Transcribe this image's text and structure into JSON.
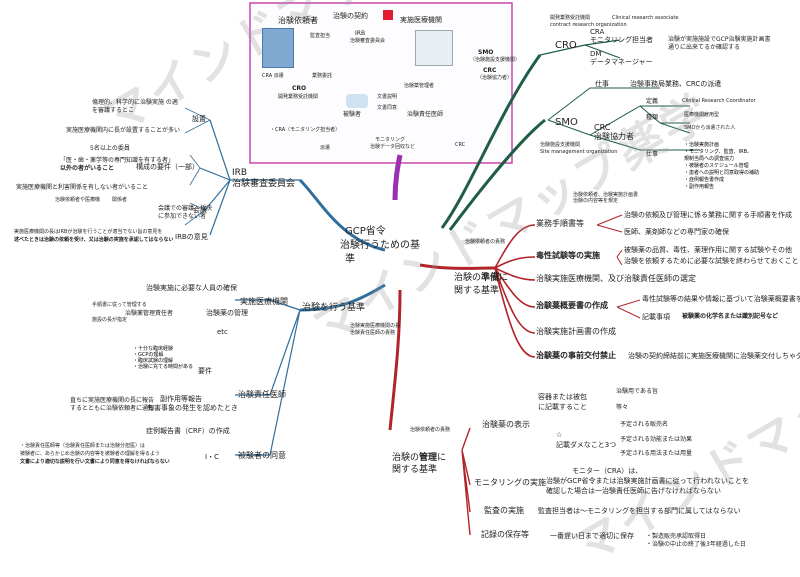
{
  "colors": {
    "blue": "#2f6e9c",
    "red": "#b0242a",
    "green": "#1f5e45",
    "purple": "#9b2fb0",
    "box_border": "#c23ba8"
  },
  "watermark": "マインドマップ薬学",
  "central": {
    "line1": "GCP省令",
    "line2": "治験行うための基",
    "line3": "準"
  },
  "figure": {
    "sponsor": "治験依頼者",
    "contract": "治験の契約",
    "institution": "実施医療機関",
    "monitor_label": "監査担当",
    "cra_label": "・CRA（モニタリング担当者）",
    "irb_title": "IRB",
    "irb_sub": "治験審査委員会",
    "cro": "CRO",
    "cro_sub": "開発業務受託機関",
    "cra_dispatch": "CRA 派遣",
    "business_entrust": "業務委託",
    "smo": "SMO",
    "smo_sub": "（治験施設支援機関）",
    "crc": "CRC",
    "crc_sub": "（治験協力者）",
    "dispatch": "派遣",
    "participant": "被験者",
    "investigator": "治験責任医師",
    "consent_doc": "文書説明",
    "consent": "文書同意",
    "monitoring": "モニタリング",
    "monitoring_sub": "治験データ回収など",
    "pharmacist": "治験薬管理者",
    "crc_small": "CRC"
  },
  "cro_branch": {
    "title": "CRO",
    "note1": "開発業務受託機関",
    "note2": "contract research organization",
    "cra": "CRA",
    "cra_desc": "モニタリング担当者",
    "cra_en": "Clinical research associate",
    "cra_text1": "治験が実施施設でGCP治験実施計画書",
    "cra_text2": "通りに出来てるか確認する",
    "dm": "DM",
    "dm_desc": "データマネージャー"
  },
  "smo_branch": {
    "title": "SMO",
    "note1": "治験施設支援機関",
    "note2": "Site management organization",
    "work": "仕事",
    "work_desc": "治験事務局業務、CRCの派遣",
    "crc": "CRC",
    "crc_desc": "治験協力者",
    "definition": "定義",
    "definition_text": "Clinical Research Coordinator",
    "types": "種類",
    "type1": "医療機関雇用型",
    "type2": "SMOから派遣された人",
    "work2": "仕事",
    "tasks": [
      "・治験実施計画",
      "・モニタリング、監査、IRB、",
      "規制当局への調査協力",
      "・被験者のスケジュール管理",
      "・患者への説明と同意取得の補助",
      "・症例報告書作成",
      "・副作用報告"
    ]
  },
  "prep": {
    "title1": "治験の",
    "title_em": "準備",
    "title2": "に",
    "title3": "関する基準",
    "note": "治験依頼者の責務",
    "mini1": "治験依頼者、治験実施計画書",
    "mini2": "治験の内容等を規定",
    "proc": "業務手順書等",
    "proc_a": "治験の依頼及び管理に係る業務に関する手順書を作成",
    "proc_b": "医師、薬剤師などの専門家の確保",
    "toxicity": "毒性試験等の実施",
    "tox_a": "被験薬の品質、毒性、薬理作用に関する試験やその他",
    "tox_b": "治験を依頼するために必要な試験を終わらせておくこと",
    "selection": "治験実施医療機関、及び治験責任医師の選定",
    "summary": "治験薬概要書の作成",
    "summary_a": "毒性試験等の結果や情報に基づいて治験薬概要書を作成",
    "summary_b": "記載事項",
    "summary_c": "被験薬の化学名または識別記号など",
    "protocol": "治験実施計画書の作成",
    "prohibit": "治験薬の事前交付禁止",
    "prohibit_a": "治験の契約締結前に実施医療機関に治験薬交付しちゃダメ"
  },
  "irb": {
    "title": "IRB",
    "subtitle": "治験審査委員会",
    "setup": "設置",
    "setup_a": "倫理的、科学的に治験実施 の適",
    "setup_b": "を審議するとこ",
    "setup_c": "実施医療機関内に長が設置することが多い",
    "members": "構成の要件（一部）",
    "mem_a": "5名以上の委員",
    "mem_b": "「医・歯・薬学等の専門知識を有する者」",
    "mem_c": "以外の者がいること",
    "mem_d": "実施医療機関と利害関係を有しない者がいること",
    "meeting": "会議",
    "meet_a": "治験依頼者や医療機",
    "meet_b": "関係者",
    "meet_c": "会議での審議、採決",
    "meet_d": "に参加できない者",
    "opinion": "IRBの意見",
    "op_a": "実施医療機関の長はIRBが治験を行うことが適当でない旨の意見を",
    "op_b": "述べたときは治験の依頼を受け、又は治験の実施を承認してはならない"
  },
  "perform": {
    "title": "治験を行う基準",
    "note1": "治験実施医療機関の長",
    "note2": "治験責任医師の責務",
    "institution": "実施医療機関",
    "inst_a": "治験実施に必要な人員の確保",
    "drug_admin": "治験薬の管理",
    "manager": "治験薬管理責任者",
    "mgr_a": "手順書に従って管理する",
    "mgr_b": "施設の長が指定",
    "etc": "etc",
    "investigator": "治験責任医師",
    "req": "要件",
    "req_list": [
      "・十分な臨床経験",
      "・GCPの理解",
      "・臨床試験の理解",
      "・治験に充てる時間がある"
    ],
    "adverse": "副作用等報告",
    "adv_a": "有害事象の発生を認めたとき",
    "adv_b": "直ちに実施医療機関の長に報告",
    "adv_c": "するとともに治験依頼者に通知",
    "crf": "症例報告書（CRF）の作成",
    "consent": "被験者の同意",
    "ic": "I・C",
    "con_a": "・治験責任医師等（治験責任医師または治験分担医）は",
    "con_b": "被験者に、あらかじめ治験の内容等を被験者の理解を得るよう",
    "con_c": "文書により適切な説明を行い文書により同意を得なければならない"
  },
  "manage": {
    "title1": "治験の",
    "title_em": "管理",
    "title2": "に",
    "title3": "関する基準",
    "note": "治験依頼者の責務",
    "label": "治験薬の表示",
    "label_a": "容器または被包",
    "label_b": "に記載すること",
    "label_c": "治験用である旨",
    "label_d": "等々",
    "label_star": "☆",
    "label_e": "記載ダメなこと3つ",
    "label_f": "予定される販売名",
    "label_g": "予定される効能または効果",
    "label_h": "予定される用法または用量",
    "monitoring": "モニタリングの実施",
    "mon_a": "モニター（CRA）は、",
    "mon_b": "治験がGCP省令または治験実施計画書に従って行われないことを",
    "mon_c": "確認した場合は一治験責任医師に告げなければならない",
    "audit": "監査の実施",
    "audit_a": "監査担当者は〜モニタリングを担当する部門に属してはならない",
    "records": "記録の保存等",
    "rec_a": "一番遅い日まで適切に保存",
    "rec_b": "・製造販売承認取得日",
    "rec_c": "・治験の中止の終了後3年経過した日"
  }
}
